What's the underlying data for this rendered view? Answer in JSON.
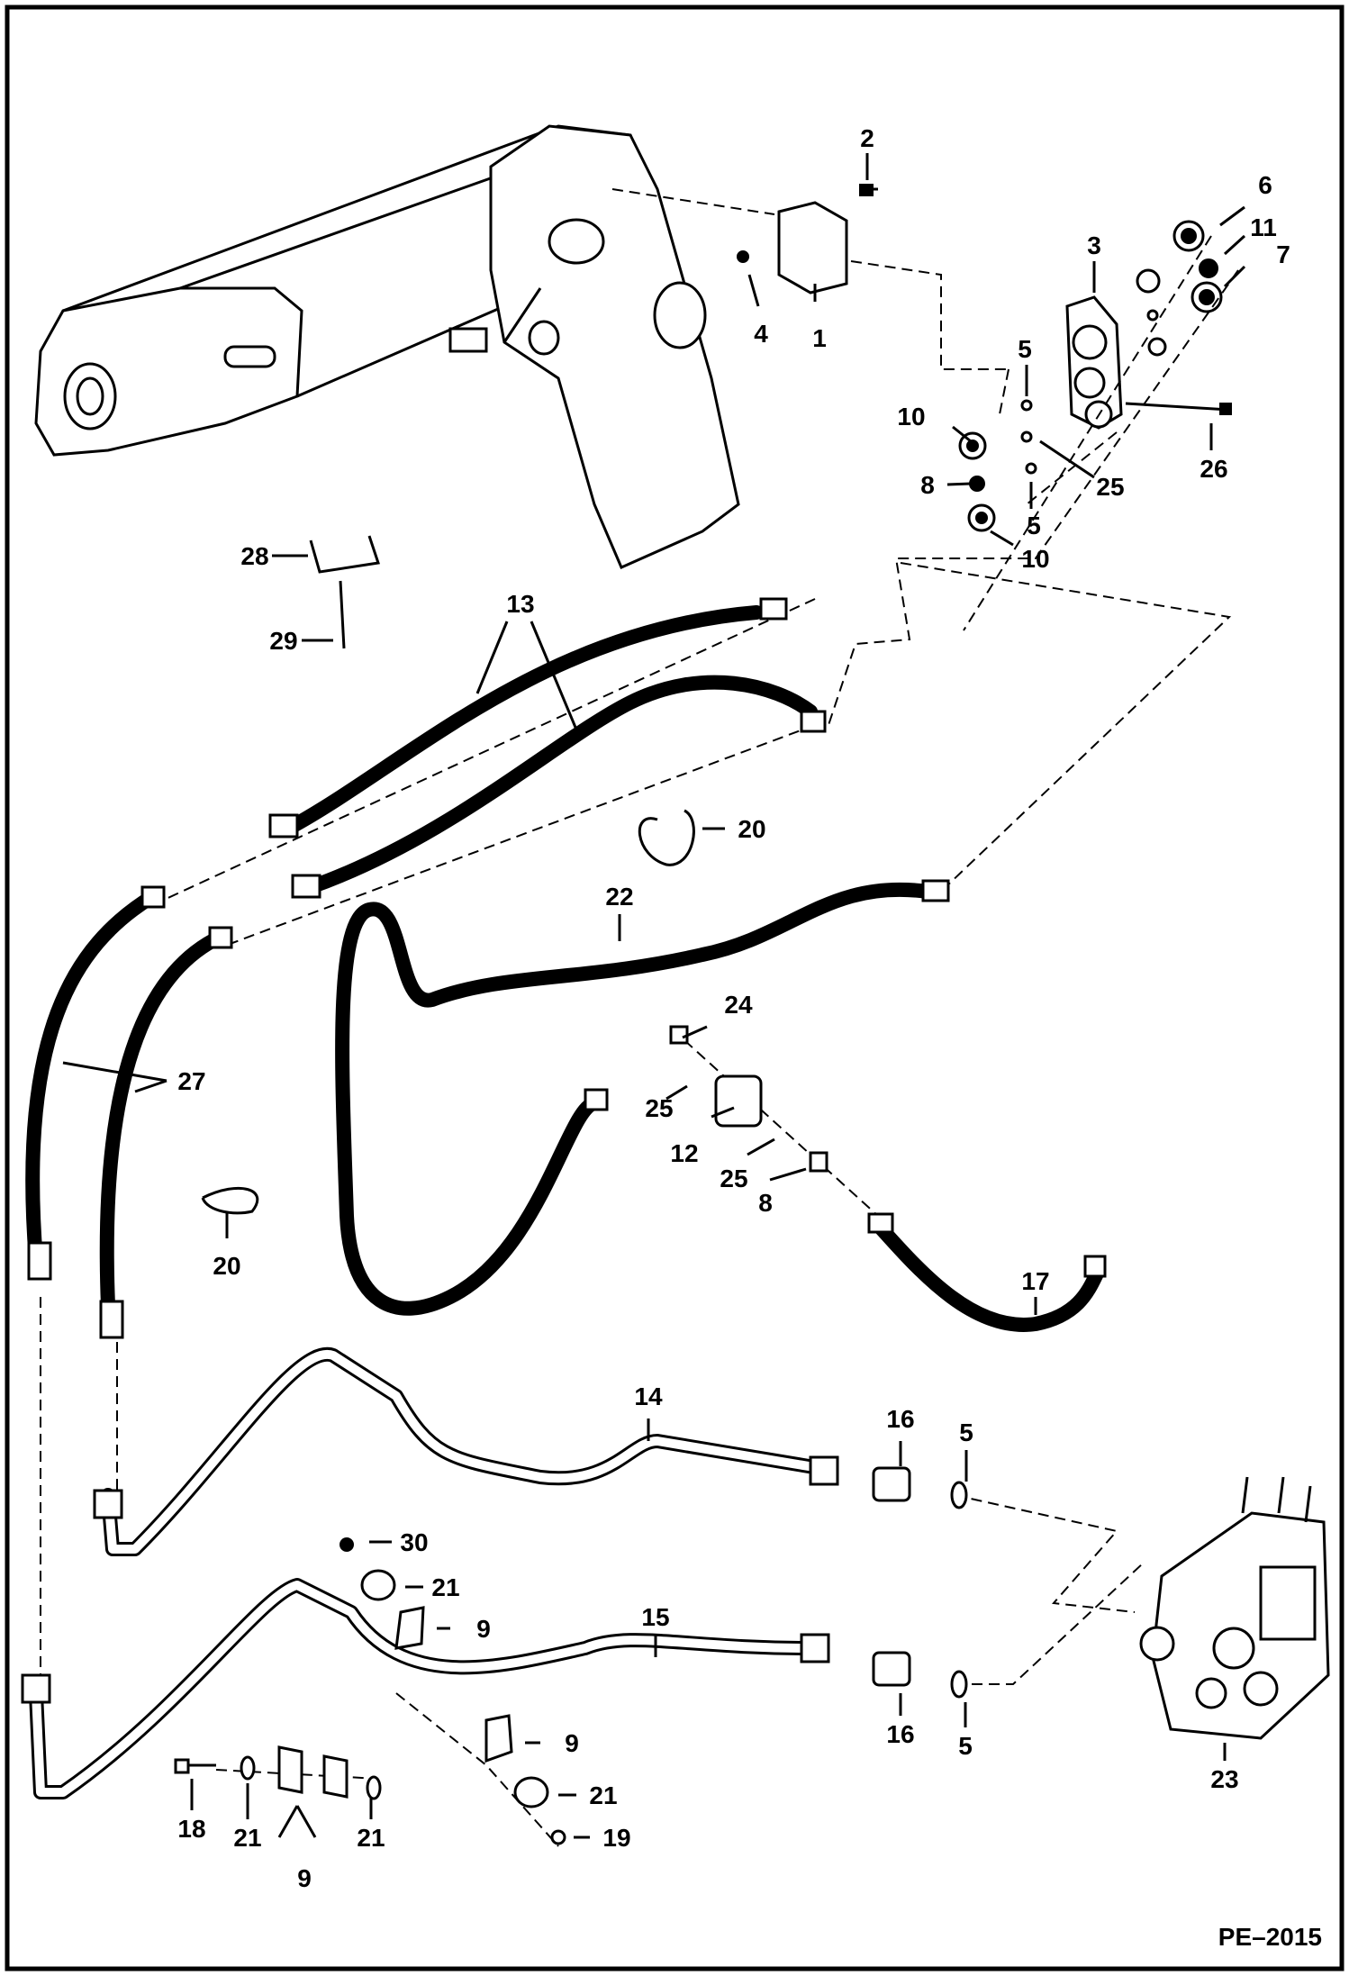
{
  "figure_id": "PE–2015",
  "callouts": [
    {
      "id": "c2",
      "text": "2"
    },
    {
      "id": "c6",
      "text": "6"
    },
    {
      "id": "c3",
      "text": "3"
    },
    {
      "id": "c11",
      "text": "11"
    },
    {
      "id": "c7",
      "text": "7"
    },
    {
      "id": "c4",
      "text": "4"
    },
    {
      "id": "c1",
      "text": "1"
    },
    {
      "id": "c5a",
      "text": "5"
    },
    {
      "id": "c10a",
      "text": "10"
    },
    {
      "id": "c26",
      "text": "26"
    },
    {
      "id": "c8a",
      "text": "8"
    },
    {
      "id": "c25a",
      "text": "25"
    },
    {
      "id": "c5b",
      "text": "5"
    },
    {
      "id": "c10b",
      "text": "10"
    },
    {
      "id": "c28",
      "text": "28"
    },
    {
      "id": "c13",
      "text": "13"
    },
    {
      "id": "c29",
      "text": "29"
    },
    {
      "id": "c20a",
      "text": "20"
    },
    {
      "id": "c22",
      "text": "22"
    },
    {
      "id": "c24",
      "text": "24"
    },
    {
      "id": "c27",
      "text": "27"
    },
    {
      "id": "c25b",
      "text": "25"
    },
    {
      "id": "c12",
      "text": "12"
    },
    {
      "id": "c25c",
      "text": "25"
    },
    {
      "id": "c8b",
      "text": "8"
    },
    {
      "id": "c20b",
      "text": "20"
    },
    {
      "id": "c17",
      "text": "17"
    },
    {
      "id": "c14",
      "text": "14"
    },
    {
      "id": "c16a",
      "text": "16"
    },
    {
      "id": "c5c",
      "text": "5"
    },
    {
      "id": "c30",
      "text": "30"
    },
    {
      "id": "c21a",
      "text": "21"
    },
    {
      "id": "c15",
      "text": "15"
    },
    {
      "id": "c9a",
      "text": "9"
    },
    {
      "id": "c16b",
      "text": "16"
    },
    {
      "id": "c5d",
      "text": "5"
    },
    {
      "id": "c23",
      "text": "23"
    },
    {
      "id": "c9b",
      "text": "9"
    },
    {
      "id": "c21b",
      "text": "21"
    },
    {
      "id": "c19",
      "text": "19"
    },
    {
      "id": "c18",
      "text": "18"
    },
    {
      "id": "c21c",
      "text": "21"
    },
    {
      "id": "c21d",
      "text": "21"
    },
    {
      "id": "c9c",
      "text": "9"
    }
  ]
}
